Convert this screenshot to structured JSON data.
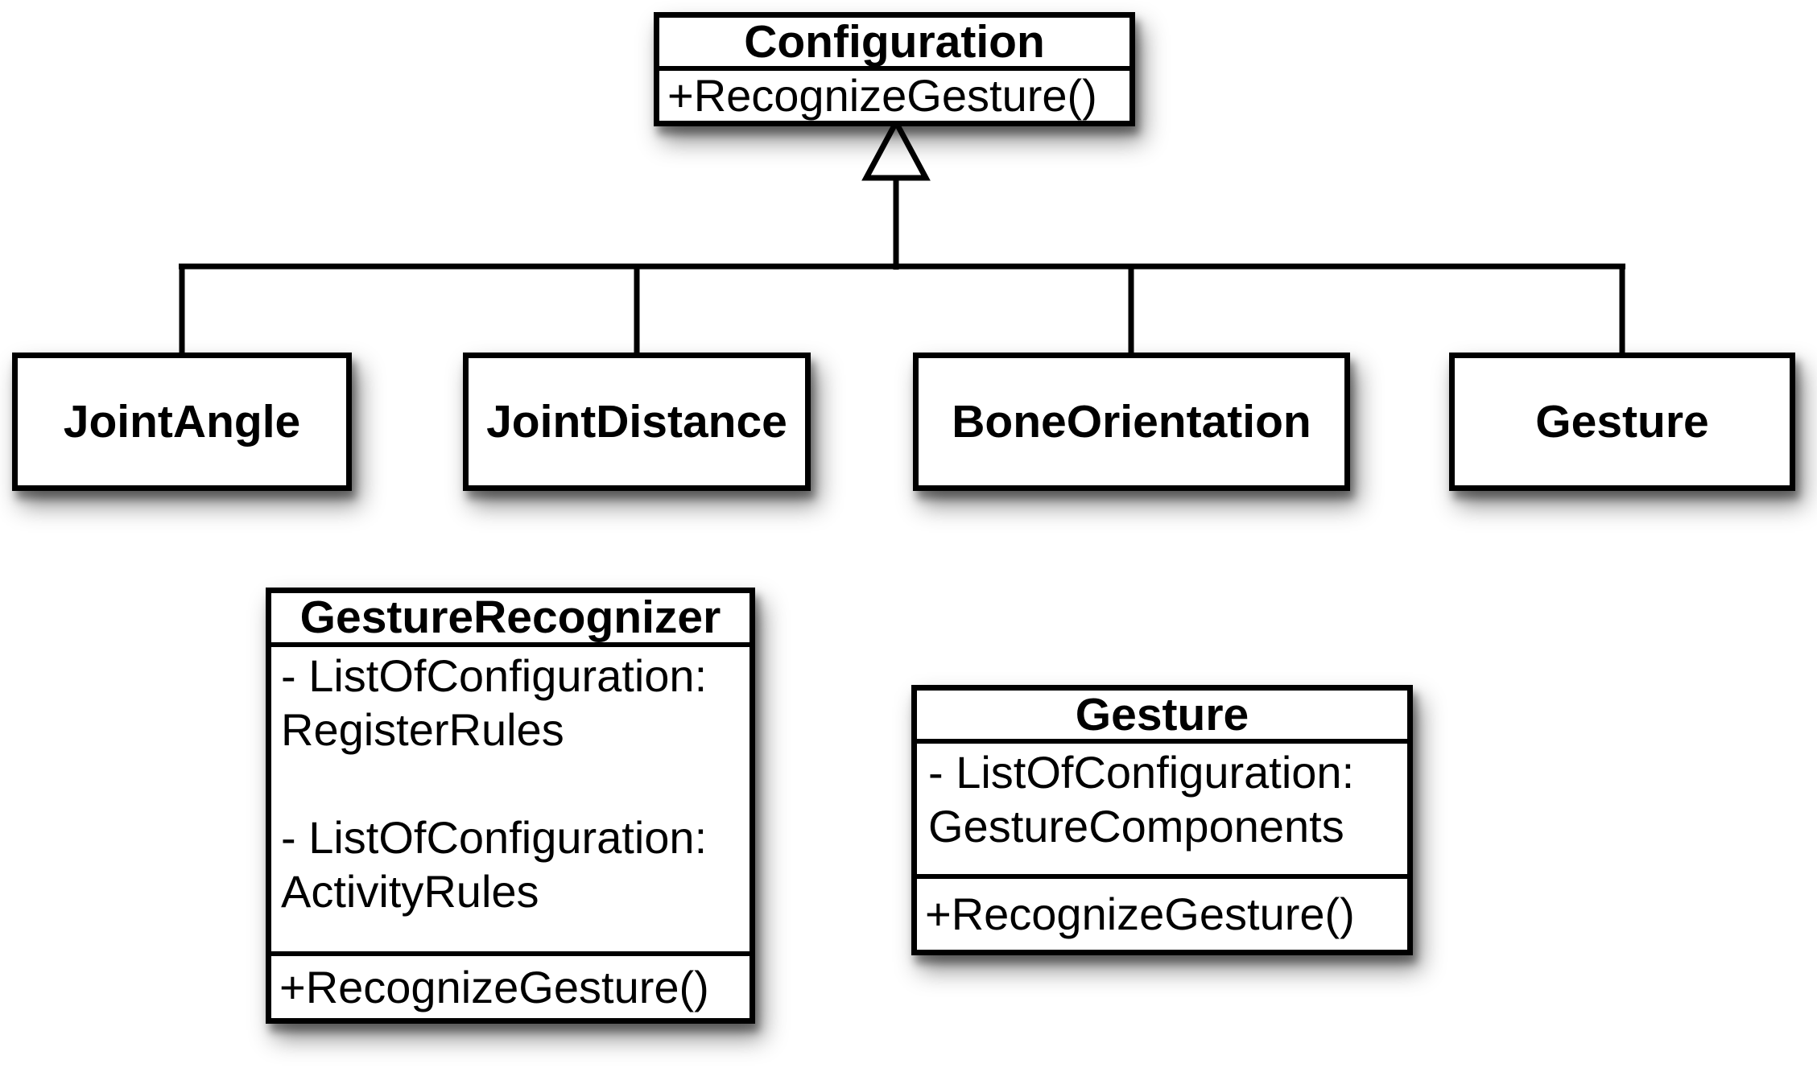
{
  "diagram": {
    "type": "uml-class-diagram",
    "colors": {
      "background": "#ffffff",
      "line": "#000000",
      "box_fill": "#ffffff",
      "text": "#000000"
    },
    "relationships": [
      {
        "type": "inheritance",
        "parent": "Configuration",
        "children": [
          "JointAngle",
          "JointDistance",
          "BoneOrientation",
          "Gesture"
        ]
      }
    ],
    "classes": {
      "configuration": {
        "title": "Configuration",
        "methods": [
          "+RecognizeGesture()"
        ]
      },
      "joint_angle": {
        "title": "JointAngle"
      },
      "joint_distance": {
        "title": "JointDistance"
      },
      "bone_orientation": {
        "title": "BoneOrientation"
      },
      "gesture_subclass": {
        "title": "Gesture"
      },
      "gesture_recognizer": {
        "title": "GestureRecognizer",
        "attributes": [
          "- ListOfConfiguration: RegisterRules",
          "- ListOfConfiguration: ActivityRules"
        ],
        "methods": [
          "+RecognizeGesture()"
        ]
      },
      "gesture_detail": {
        "title": "Gesture",
        "attributes": [
          "- ListOfConfiguration: GestureComponents"
        ],
        "methods": [
          "+RecognizeGesture()"
        ]
      }
    }
  }
}
